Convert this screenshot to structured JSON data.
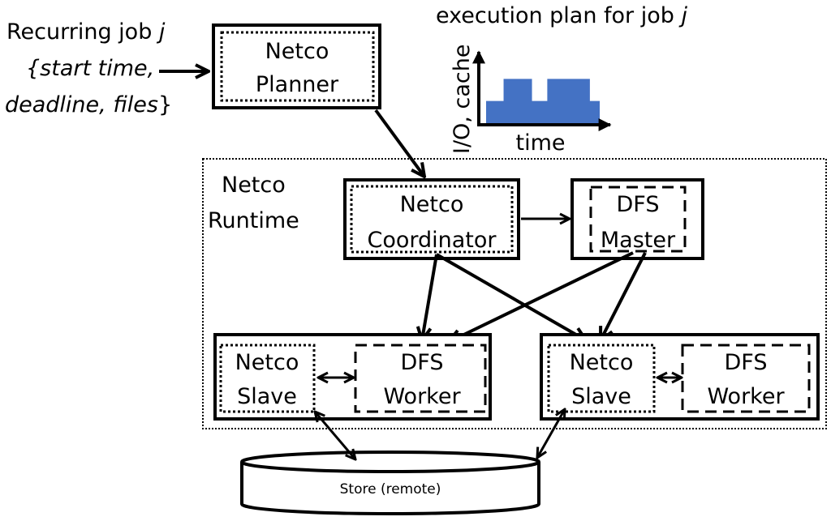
{
  "input": {
    "line1_prefix": "Recurring job ",
    "line1_var": "j",
    "line2": "{start time,",
    "line3_italic": "deadline, files",
    "line3_brace": "}"
  },
  "planner": {
    "line1": "Netco",
    "line2": "Planner"
  },
  "plan_chart": {
    "title_prefix": "execution plan for job ",
    "title_var": "j",
    "ylabel": "I/O, cache",
    "xlabel": "time",
    "fill_color": "#4472c4"
  },
  "chart_data": {
    "type": "area",
    "title": "execution plan for job j",
    "xlabel": "time",
    "ylabel": "I/O, cache",
    "series": [
      {
        "name": "I/O, cache",
        "x": [
          0,
          1.6,
          1.6,
          4.2,
          4.2,
          5.6,
          5.6,
          9.5,
          9.5,
          10.4,
          10.4
        ],
        "y": [
          1,
          1,
          2,
          2,
          1,
          1,
          2,
          2,
          1,
          1,
          0
        ]
      }
    ],
    "xlim": [
      0,
      11
    ],
    "ylim": [
      0,
      3
    ],
    "grid": false
  },
  "runtime": {
    "line1": "Netco",
    "line2": "Runtime"
  },
  "coordinator": {
    "line1": "Netco",
    "line2": "Coordinator"
  },
  "master": {
    "line1": "DFS",
    "line2": "Master"
  },
  "nodes": [
    {
      "slave_line1": "Netco",
      "slave_line2": "Slave",
      "worker_line1": "DFS",
      "worker_line2": "Worker"
    },
    {
      "slave_line1": "Netco",
      "slave_line2": "Slave",
      "worker_line1": "DFS",
      "worker_line2": "Worker"
    }
  ],
  "store": {
    "label": "Store (remote)"
  }
}
